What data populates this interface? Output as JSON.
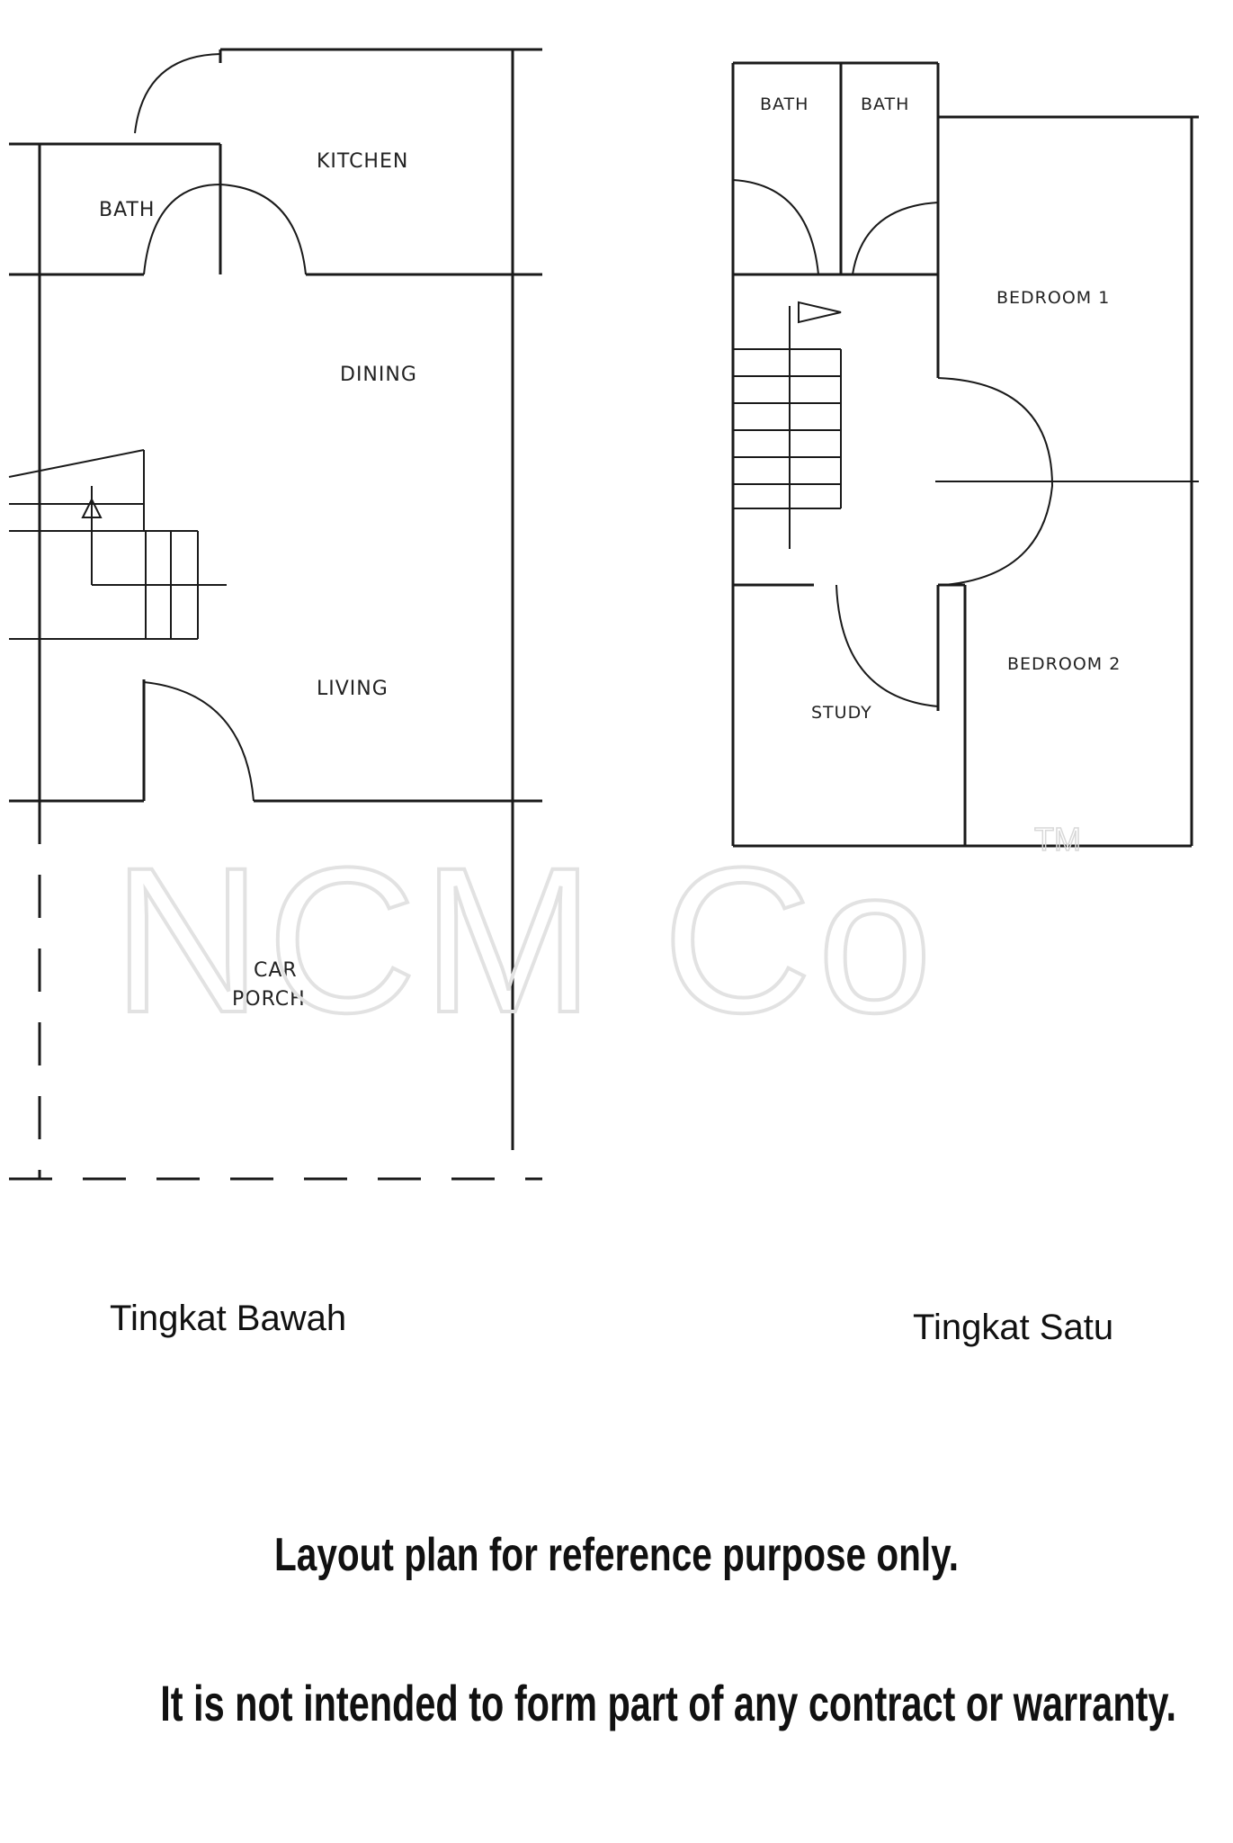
{
  "ground_floor": {
    "caption": "Tingkat Bawah",
    "rooms": {
      "kitchen": "KITCHEN",
      "bath": "BATH",
      "dining": "DINING",
      "living": "LIVING",
      "car": "CAR",
      "porch": "PORCH"
    }
  },
  "first_floor": {
    "caption": "Tingkat Satu",
    "rooms": {
      "bath_1": "BATH",
      "bath_2": "BATH",
      "bedroom_1": "BEDROOM 1",
      "bedroom_2": "BEDROOM 2",
      "study": "STUDY"
    }
  },
  "watermark": {
    "text": "NCM Co",
    "tm": "TM"
  },
  "disclaimer": {
    "line1": "Layout plan for reference purpose only.",
    "line2": "It is not intended to form part of any contract or warranty."
  }
}
